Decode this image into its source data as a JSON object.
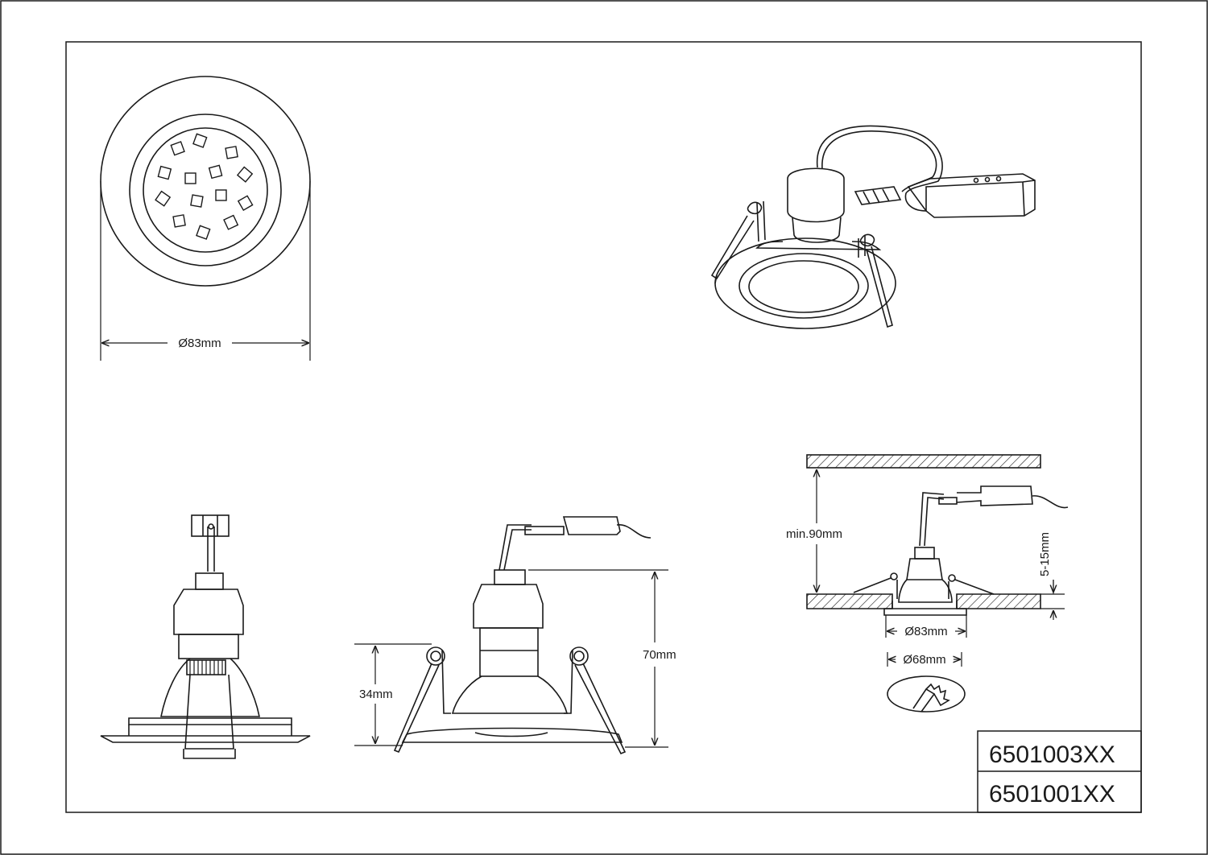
{
  "dimensions": {
    "top_view_diameter": "Ø83mm",
    "depth_34": "34mm",
    "height_70": "70mm",
    "ceiling_min": "min.90mm",
    "ceiling_thickness": "5-15mm",
    "install_diameter": "Ø83mm",
    "cutout_diameter": "Ø68mm"
  },
  "title_block": {
    "code_1": "6501003XX",
    "code_2": "6501001XX"
  },
  "colors": {
    "line": "#1a1a1a",
    "background": "#ffffff"
  },
  "icons": {
    "cutout": "saw-icon"
  }
}
